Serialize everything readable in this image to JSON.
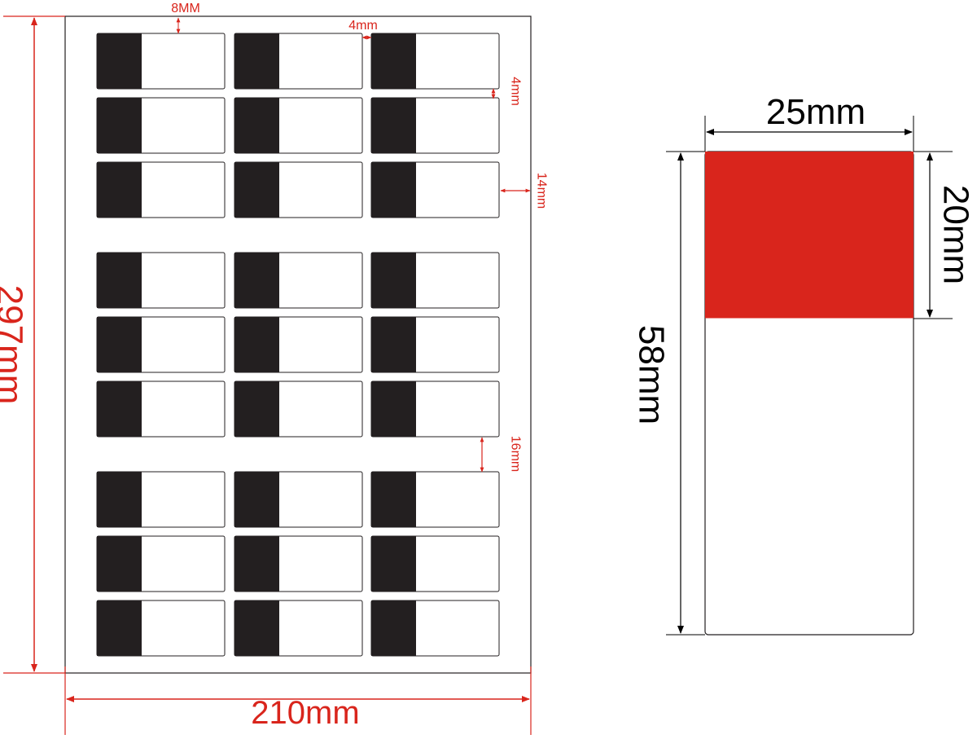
{
  "sheet": {
    "width_label": "210mm",
    "height_label": "297mm",
    "top_margin_label": "8MM",
    "column_gap_label": "4mm",
    "row_gap_label": "4mm",
    "side_margin_label": "14mm",
    "group_gap_label": "16mm",
    "label_groups": 3,
    "rows_per_group": 3,
    "columns": 3
  },
  "single_label": {
    "width_label": "25mm",
    "height_label": "58mm",
    "band_height_label": "20mm",
    "width_mm": 25,
    "height_mm": 58,
    "band_height_mm": 20
  },
  "colors": {
    "dimension": "#d9251c",
    "band_fill": "#d9251c",
    "label_block": "#231f20",
    "outline": "#231f20"
  }
}
